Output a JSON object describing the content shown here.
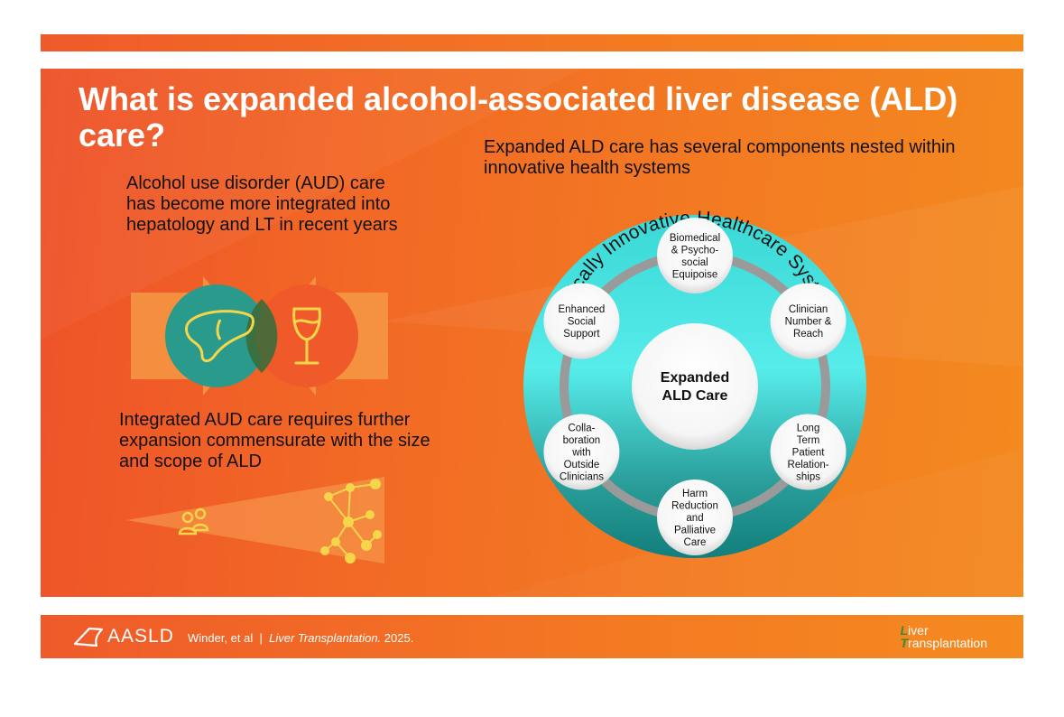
{
  "title": "What is expanded alcohol-associated liver disease (ALD) care?",
  "left_text_1": "Alcohol use disorder (AUD) care has become more integrated into hepatology and LT in recent years",
  "left_text_2": "Integrated AUD care requires further expansion commensurate with the size and scope of ALD",
  "right_intro": "Expanded ALD care has several components nested within innovative health systems",
  "diagram": {
    "outer_label": "Clinically Innovative Healthcare Systems",
    "center": [
      "Expanded",
      "ALD Care"
    ],
    "nodes": [
      [
        "Biomedical",
        "& Psycho-",
        "social",
        "Equipoise"
      ],
      [
        "Clinician",
        "Number &",
        "Reach"
      ],
      [
        "Long",
        "Term",
        "Patient",
        "Relation-",
        "ships"
      ],
      [
        "Harm",
        "Reduction",
        "and",
        "Palliative",
        "Care"
      ],
      [
        "Colla-",
        "boration",
        "with",
        "Outside",
        "Clinicians"
      ],
      [
        "Enhanced",
        "Social",
        "Support"
      ]
    ]
  },
  "icons": {
    "liver": "liver-icon",
    "glass": "wine-glass-icon",
    "people": "people-icon",
    "network": "network-icon"
  },
  "colors": {
    "orange": "#f37c22",
    "teal": "#2a9a8c",
    "cyan": "#53e6e4",
    "yellow": "#f5d54a"
  },
  "footer": {
    "org": "AASLD",
    "authors": "Winder, et al",
    "separator": "|",
    "journal": "Liver Transplantation.",
    "year": "2025.",
    "logo_line1_cap": "L",
    "logo_line1_rest": "iver",
    "logo_line2_cap": "T",
    "logo_line2_rest": "ransplantation"
  }
}
